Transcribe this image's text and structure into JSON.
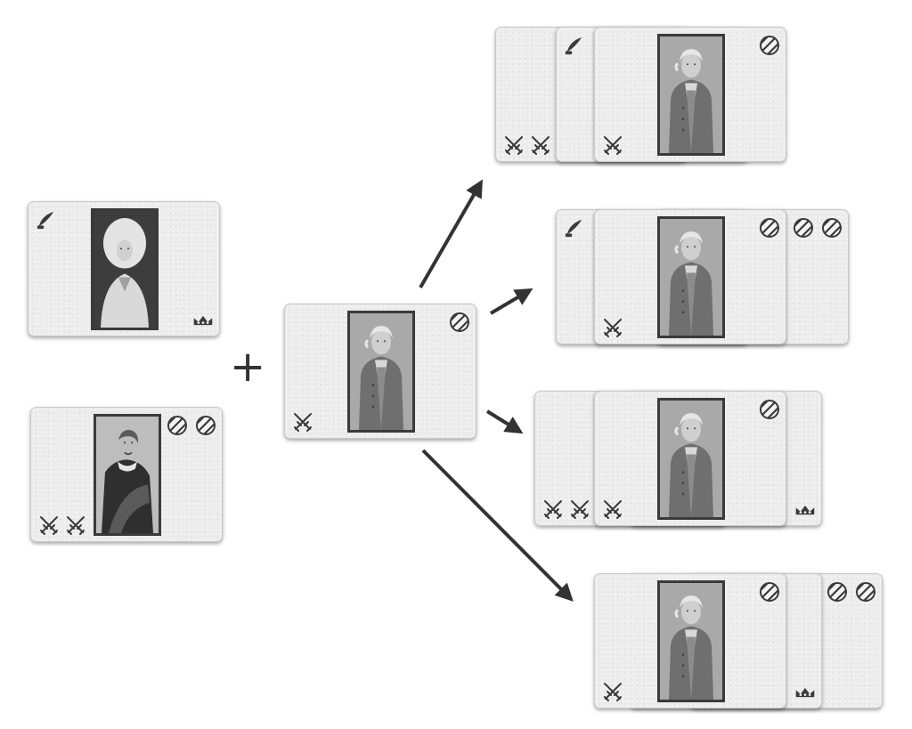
{
  "colors": {
    "card": "#ececec",
    "ink": "#3a3a3a",
    "arrow": "#333333"
  },
  "operator_symbol": "+",
  "icons": {
    "quill": "quill-icon",
    "swords": "crossed-swords-icon",
    "crown": "crown-icon",
    "orb": "striped-orb-icon"
  },
  "portraits": {
    "woman": "portrait-lady-powdered-wig",
    "nobleman": "portrait-nobleman-cloak",
    "gentleman": "portrait-gentleman-coat"
  },
  "input_cards": [
    {
      "id": "card-lady",
      "portrait": "woman",
      "quill": 1,
      "orbs": 0,
      "swords": 0,
      "crowns": 1
    },
    {
      "id": "card-nobleman",
      "portrait": "nobleman",
      "quill": 0,
      "orbs": 2,
      "swords": 2,
      "crowns": 0
    },
    {
      "id": "card-gentleman",
      "portrait": "gentleman",
      "quill": 0,
      "orbs": 1,
      "swords": 1,
      "crowns": 0
    }
  ],
  "outcomes": [
    {
      "id": "outcome-1",
      "icons_on_top_card": {
        "orbs": 1,
        "swords": 1
      },
      "visible_behind": {
        "quill": 1,
        "swords": 2
      }
    },
    {
      "id": "outcome-2",
      "icons_on_top_card": {
        "orbs": 1,
        "swords": 1
      },
      "visible_behind": {
        "quill": 1,
        "orbs": 2
      }
    },
    {
      "id": "outcome-3",
      "icons_on_top_card": {
        "orbs": 1,
        "swords": 1
      },
      "visible_behind": {
        "swords": 2,
        "crowns": 1
      }
    },
    {
      "id": "outcome-4",
      "icons_on_top_card": {
        "orbs": 1,
        "swords": 1
      },
      "visible_behind": {
        "orbs": 2,
        "crowns": 1
      }
    }
  ]
}
